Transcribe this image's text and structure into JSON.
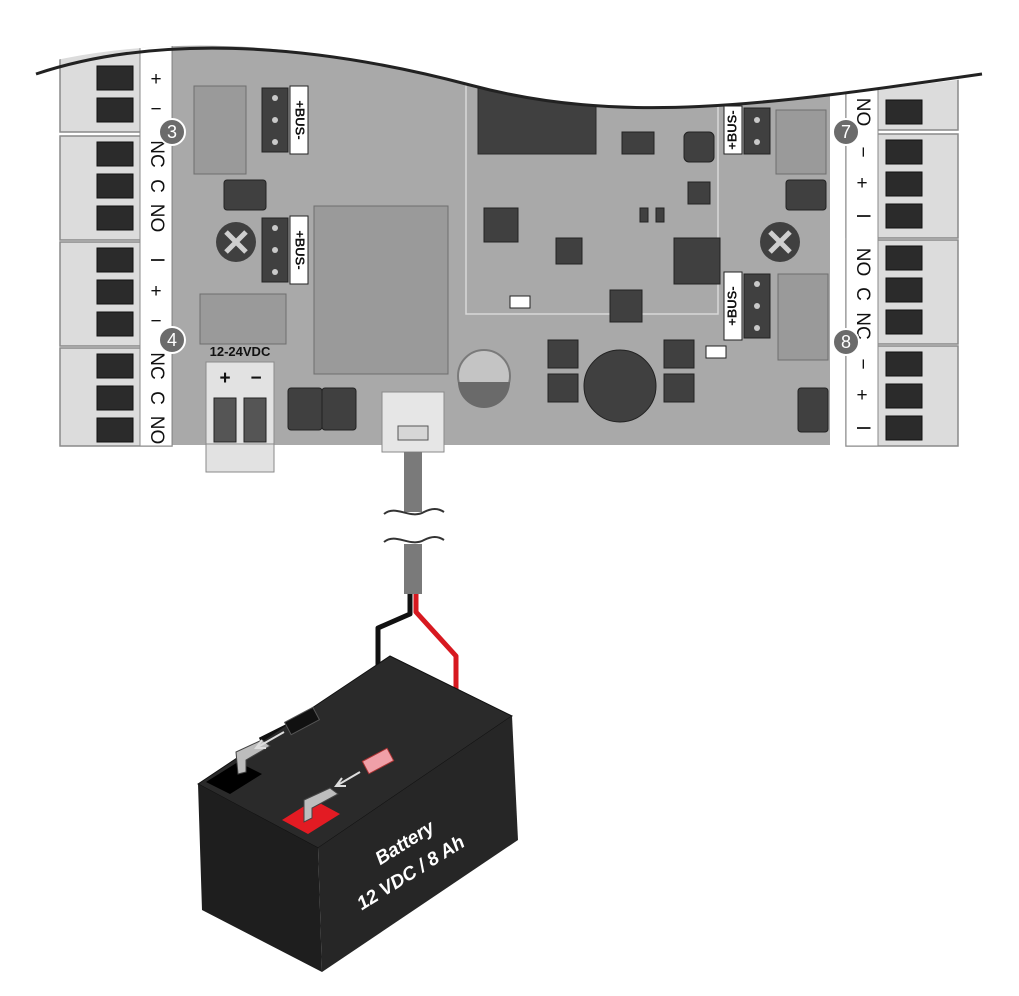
{
  "board": {
    "supply_label": "12-24VDC",
    "supply_plus": "+",
    "supply_minus": "−",
    "bus_label": "+BUS-",
    "left_terminals": {
      "block_top": [
        "+",
        "−"
      ],
      "block_3": [
        "NC",
        "C",
        "NO"
      ],
      "block_mid": [
        "I",
        "+",
        "−"
      ],
      "block_4": [
        "NC",
        "C",
        "NO"
      ]
    },
    "right_terminals": {
      "block_top": [
        "NO"
      ],
      "block_7": [
        "−",
        "+",
        "I"
      ],
      "block_mid": [
        "NC",
        "C",
        "NO"
      ],
      "block_8": [
        "−",
        "+",
        "I"
      ]
    },
    "badges": [
      "3",
      "4",
      "7",
      "8"
    ]
  },
  "battery": {
    "line1": "Battery",
    "line2": "12 VDC / 8 Ah"
  },
  "colors": {
    "board": "#a9a9a9",
    "terminal": "#d9d9d9",
    "chip": "#404040",
    "battery": "#1e1e1e",
    "positive_wire": "#d71920",
    "negative_wire": "#111111"
  }
}
